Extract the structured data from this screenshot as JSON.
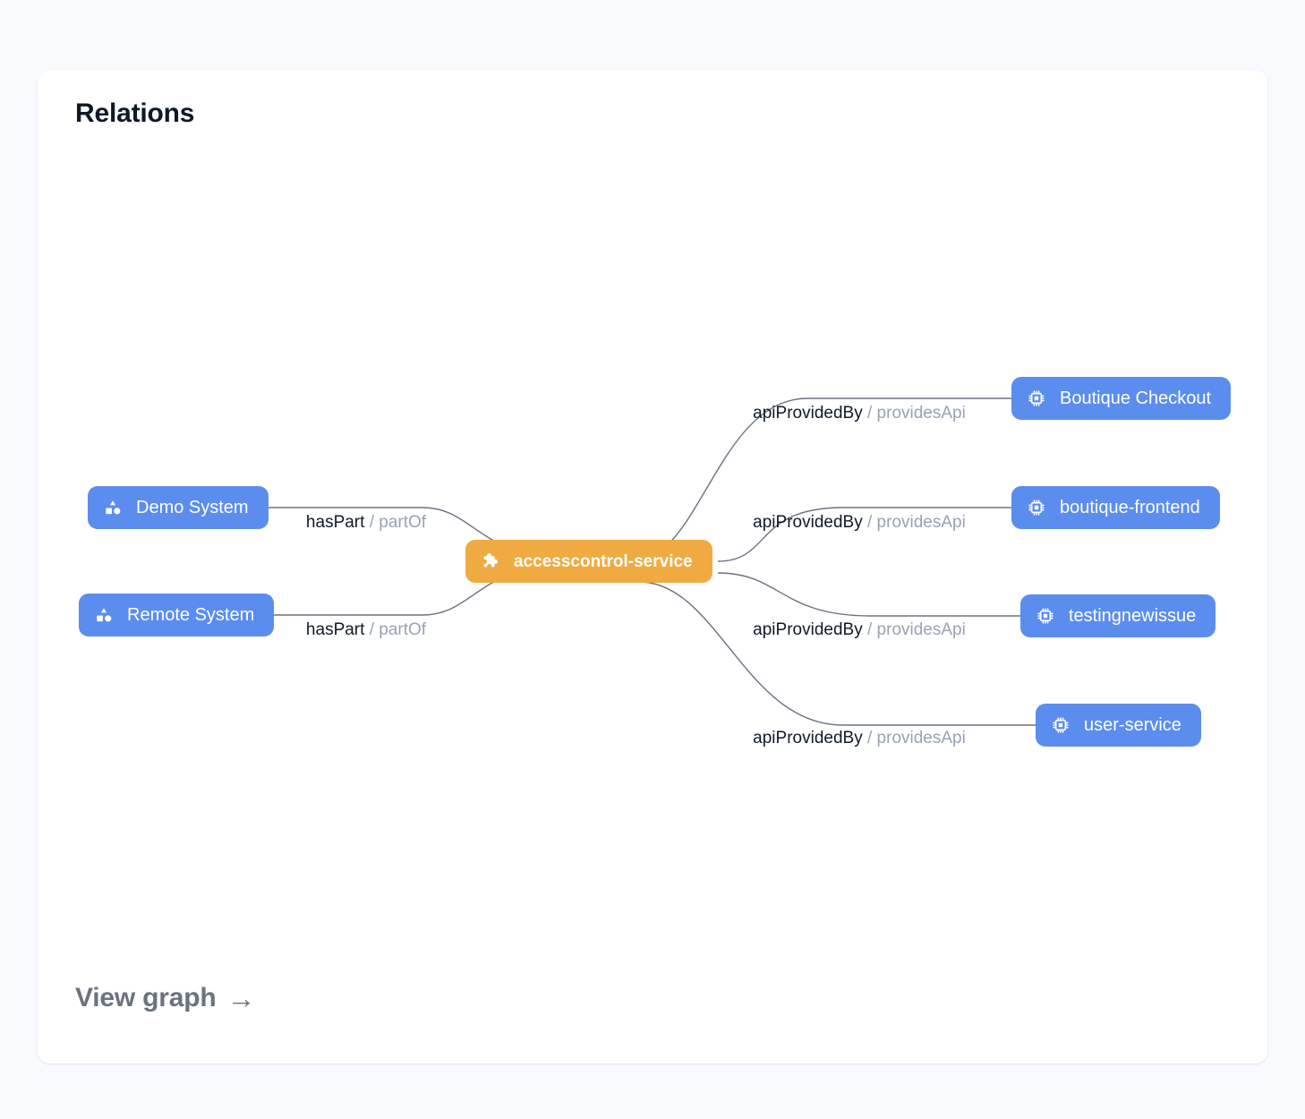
{
  "page": {
    "background_color": "#f8fafd",
    "card_background": "#ffffff"
  },
  "card": {
    "title": "Relations",
    "footer_link": {
      "label": "View graph",
      "arrow": "→",
      "icon": "arrow-right-icon"
    }
  },
  "colors": {
    "node_blue": "#5b8def",
    "node_orange": "#efab42",
    "edge_line": "#6b7280",
    "label_forward": "#101828",
    "label_reverse": "#98a2b3"
  },
  "graph": {
    "center_node": {
      "id": "accesscontrol-service",
      "label": "accesscontrol-service",
      "icon": "puzzle-piece-icon",
      "kind": "component",
      "color": "#efab42"
    },
    "left_nodes": [
      {
        "id": "demo-system",
        "label": "Demo System",
        "icon": "category-icon",
        "kind": "system",
        "color": "#5b8def"
      },
      {
        "id": "remote-system",
        "label": "Remote System",
        "icon": "category-icon",
        "kind": "system",
        "color": "#5b8def"
      }
    ],
    "right_nodes": [
      {
        "id": "boutique-checkout",
        "label": "Boutique Checkout",
        "icon": "memory-chip-icon",
        "kind": "api",
        "color": "#5b8def"
      },
      {
        "id": "boutique-frontend",
        "label": "boutique-frontend",
        "icon": "memory-chip-icon",
        "kind": "api",
        "color": "#5b8def"
      },
      {
        "id": "testingnewissue",
        "label": "testingnewissue",
        "icon": "memory-chip-icon",
        "kind": "api",
        "color": "#5b8def"
      },
      {
        "id": "user-service",
        "label": "user-service",
        "icon": "memory-chip-icon",
        "kind": "api",
        "color": "#5b8def"
      }
    ],
    "edges": [
      {
        "id": "edge-demo-system",
        "source": "demo-system",
        "target": "accesscontrol-service",
        "forward": "hasPart",
        "separator": "/",
        "reverse": "partOf"
      },
      {
        "id": "edge-remote-system",
        "source": "remote-system",
        "target": "accesscontrol-service",
        "forward": "hasPart",
        "separator": "/",
        "reverse": "partOf"
      },
      {
        "id": "edge-boutique-checkout",
        "source": "accesscontrol-service",
        "target": "boutique-checkout",
        "forward": "apiProvidedBy",
        "separator": "/",
        "reverse": "providesApi"
      },
      {
        "id": "edge-boutique-frontend",
        "source": "accesscontrol-service",
        "target": "boutique-frontend",
        "forward": "apiProvidedBy",
        "separator": "/",
        "reverse": "providesApi"
      },
      {
        "id": "edge-testingnewissue",
        "source": "accesscontrol-service",
        "target": "testingnewissue",
        "forward": "apiProvidedBy",
        "separator": "/",
        "reverse": "providesApi"
      },
      {
        "id": "edge-user-service",
        "source": "accesscontrol-service",
        "target": "user-service",
        "forward": "apiProvidedBy",
        "separator": "/",
        "reverse": "providesApi"
      }
    ]
  }
}
